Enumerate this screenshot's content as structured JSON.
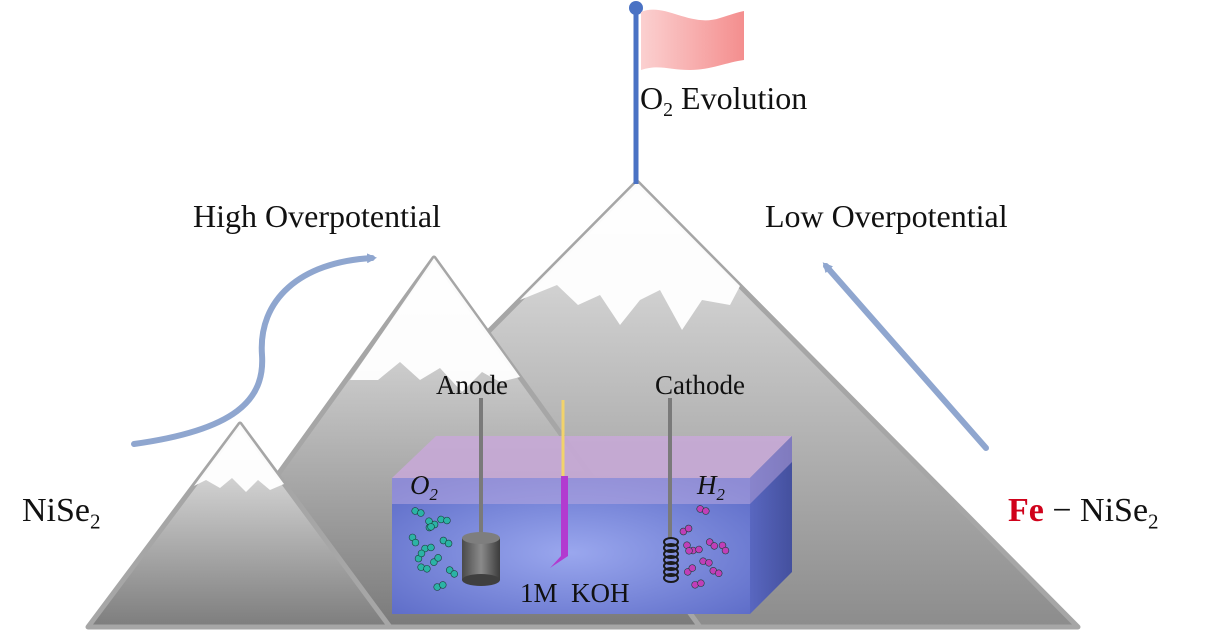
{
  "labels": {
    "summit": {
      "o": "O",
      "sub": "2",
      "rest": "Evolution"
    },
    "high_overpotential": "High Overpotential",
    "low_overpotential": "Low Overpotential",
    "left_material": {
      "base": "NiSe",
      "sub": "2"
    },
    "right_material": {
      "dopant": "Fe",
      "dash": " − ",
      "base": "NiSe",
      "sub": "2"
    },
    "anode": "Anode",
    "cathode": "Cathode",
    "electrolyte": "1M  KOH",
    "o2_gas": {
      "base": "O",
      "sub": "2"
    },
    "h2_gas": {
      "base": "H",
      "sub": "2"
    }
  },
  "colors": {
    "flag": "#f7a8a8",
    "pole": "#4a72c4",
    "arrow": "#8fa6cf",
    "mountain_outline": "#a6a6a6",
    "electrolyte": "#7f8fe0",
    "electrolyte_top": "#c8a8d8",
    "fe_text": "#d0021b",
    "o2_molecule": "#2bb3a5",
    "h2_molecule": "#c03fb8",
    "reference_rod": "#b23bd0",
    "reference_wire": "#f2d36b"
  },
  "icons": [
    "flag-icon",
    "arrow-icon",
    "electrode-icon",
    "coil-electrode-icon",
    "molecule-icon"
  ]
}
